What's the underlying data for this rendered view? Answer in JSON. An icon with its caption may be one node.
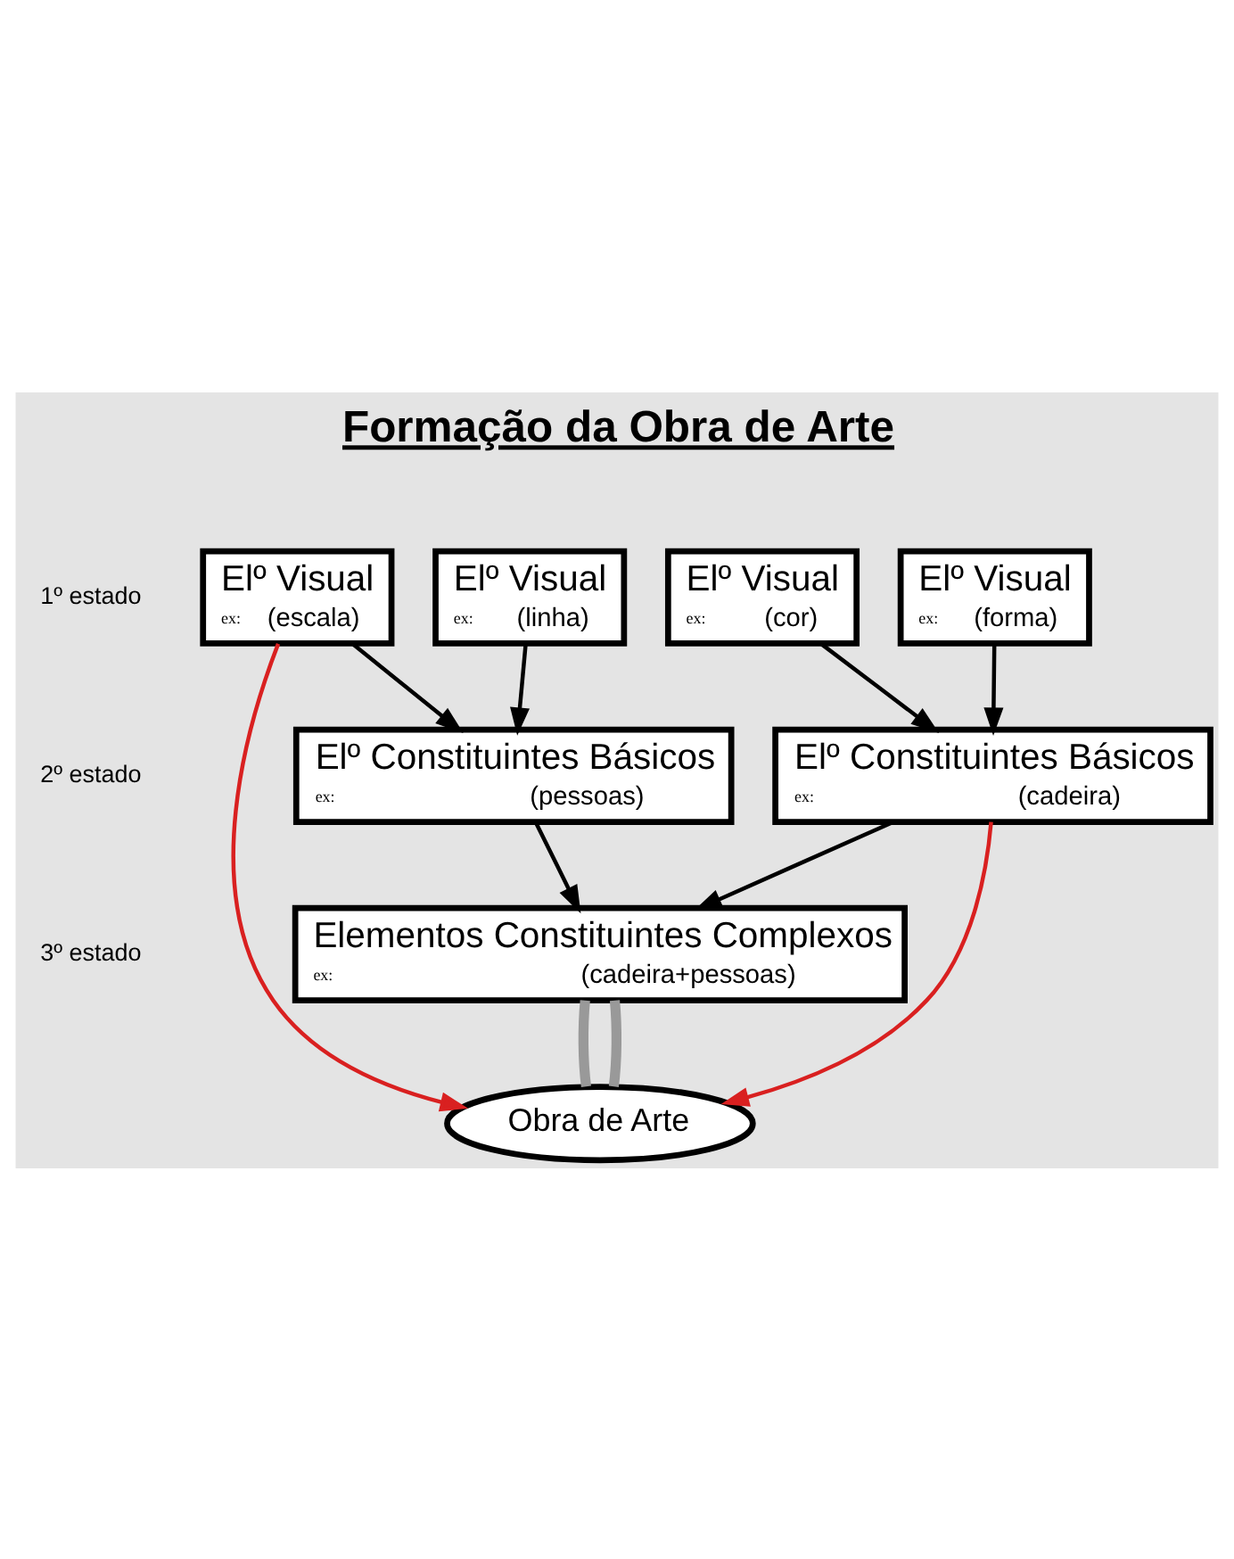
{
  "diagram": {
    "title": "Formação da Obra de Arte",
    "nodes": [
      {
        "text": [
          "Elº Visual",
          "ex:",
          "(cor)"
        ]
      },
      {
        "text": [
          "Elº Visual",
          "ex:",
          "(forma)"
        ]
      },
      {
        "text": [
          "Elº Visual",
          "ex:",
          "(linha)"
        ]
      },
      {
        "text": [
          "Elº Visual",
          "ex:",
          "(escala)"
        ]
      },
      {
        "text": [
          "Elº Constituintes Básicos",
          "ex:",
          "(cadeira)"
        ]
      },
      {
        "text": [
          "Elº Constituintes Básicos",
          "ex:",
          "(pessoas)"
        ]
      },
      {
        "text": [
          "Elementos Constituintes Complexos",
          "ex:",
          "(cadeira+pessoas)"
        ]
      },
      {
        "text": [
          "Obra de Arte"
        ]
      }
    ],
    "edges": [
      {
        "from": 0,
        "to": 4,
        "arrow": "to"
      },
      {
        "from": 1,
        "to": 4,
        "arrow": "to"
      },
      {
        "from": 2,
        "to": 5,
        "arrow": "to"
      },
      {
        "from": 3,
        "to": 5,
        "arrow": "to"
      },
      {
        "from": 4,
        "to": 6,
        "arrow": "to"
      },
      {
        "from": 5,
        "to": 6,
        "arrow": "to"
      },
      {
        "from": 6,
        "to": 7,
        "arrow": "none",
        "style": "thick",
        "color": "#999999"
      },
      {
        "from": 6,
        "to": 7,
        "arrow": "none",
        "style": "thick",
        "color": "#999999"
      },
      {
        "from": 4,
        "to": 7,
        "arrow": "to",
        "color": "#d92020"
      },
      {
        "from": 3,
        "to": 7,
        "arrow": "to",
        "color": "#d92020"
      }
    ],
    "labels": [
      "1º estado",
      "2º estado",
      "3º estado"
    ]
  }
}
